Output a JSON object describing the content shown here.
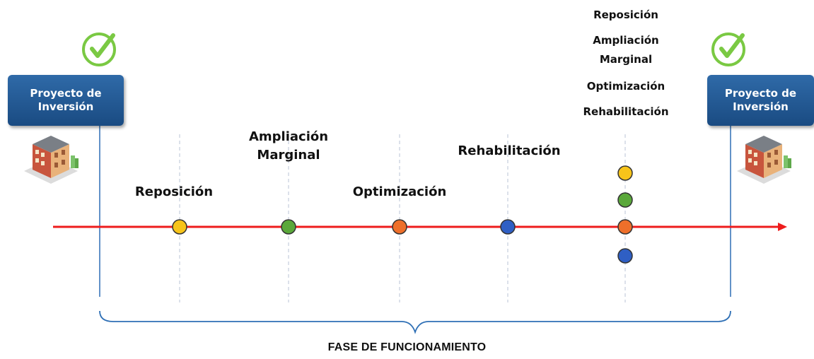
{
  "project_box": {
    "left_label": "Proyecto de\nInversión",
    "right_label": "Proyecto de\nInversión"
  },
  "milestones": [
    {
      "label": "Reposición",
      "color": "#f7c41a"
    },
    {
      "label": "Ampliación\nMarginal",
      "color": "#5aa83a"
    },
    {
      "label": "Optimización",
      "color": "#ee6f2a"
    },
    {
      "label": "Rehabilitación",
      "color": "#2f5fc4"
    }
  ],
  "combined": {
    "labels": [
      "Reposición",
      "Ampliación",
      "Marginal",
      "Optimización",
      "Rehabilitación"
    ],
    "colors": [
      "#f7c41a",
      "#5aa83a",
      "#ee6f2a",
      "#2f5fc4"
    ]
  },
  "colors": {
    "timeline": "#ee1c1c",
    "box": "#1f4f86",
    "check": "#7ac943",
    "brace": "#2e6fb5"
  },
  "icons": [
    "check-icon",
    "building-icon"
  ],
  "footer": {
    "phase_label": "FASE DE FUNCIONAMIENTO"
  }
}
